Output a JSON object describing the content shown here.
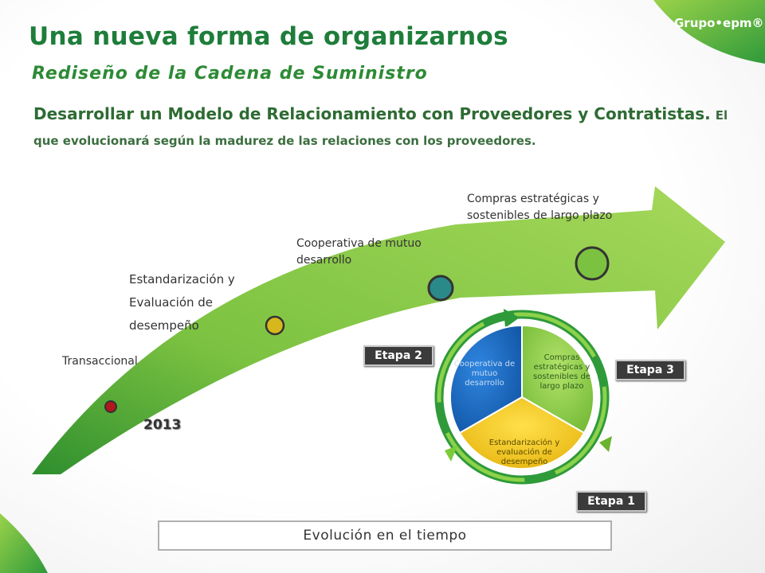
{
  "header": {
    "title": "Una nueva forma de organizarnos",
    "subtitle": "Rediseño de la Cadena de Suministro",
    "headline": "Desarrollar un Modelo de Relacionamiento con Proveedores y Contratistas.",
    "headline_note": "El que evolucionará según la madurez de las relaciones con los proveedores.",
    "logo": "Grupo•epm®"
  },
  "timeline": {
    "stages": [
      {
        "label": "Transaccional",
        "dot_color": "#b0181b"
      },
      {
        "label": "Estandarización y Evaluación de desempeño",
        "dot_color": "#d7b81c"
      },
      {
        "label": "Cooperativa de mutuo desarrollo",
        "dot_color": "#2a8a8a"
      },
      {
        "label": "Compras estratégicas y sostenibles de largo plazo",
        "dot_color": "#7cc241"
      }
    ],
    "year": "2013",
    "axis_label": "Evolución en el tiempo"
  },
  "cycle": {
    "segments": [
      {
        "label": "Cooperativa de mutuo desarrollo",
        "color": "#1e6cc8"
      },
      {
        "label": "Compras estratégicas y sostenibles de largo plazo",
        "color": "#8fcf48"
      },
      {
        "label": "Estandarización y evaluación de desempeño",
        "color": "#f5c718"
      }
    ],
    "stage_tags": {
      "etapa1": "Etapa 1",
      "etapa2": "Etapa 2",
      "etapa3": "Etapa 3"
    }
  },
  "colors": {
    "brand_green": "#1e7d3a",
    "arrow_green": "#8cc63f"
  }
}
